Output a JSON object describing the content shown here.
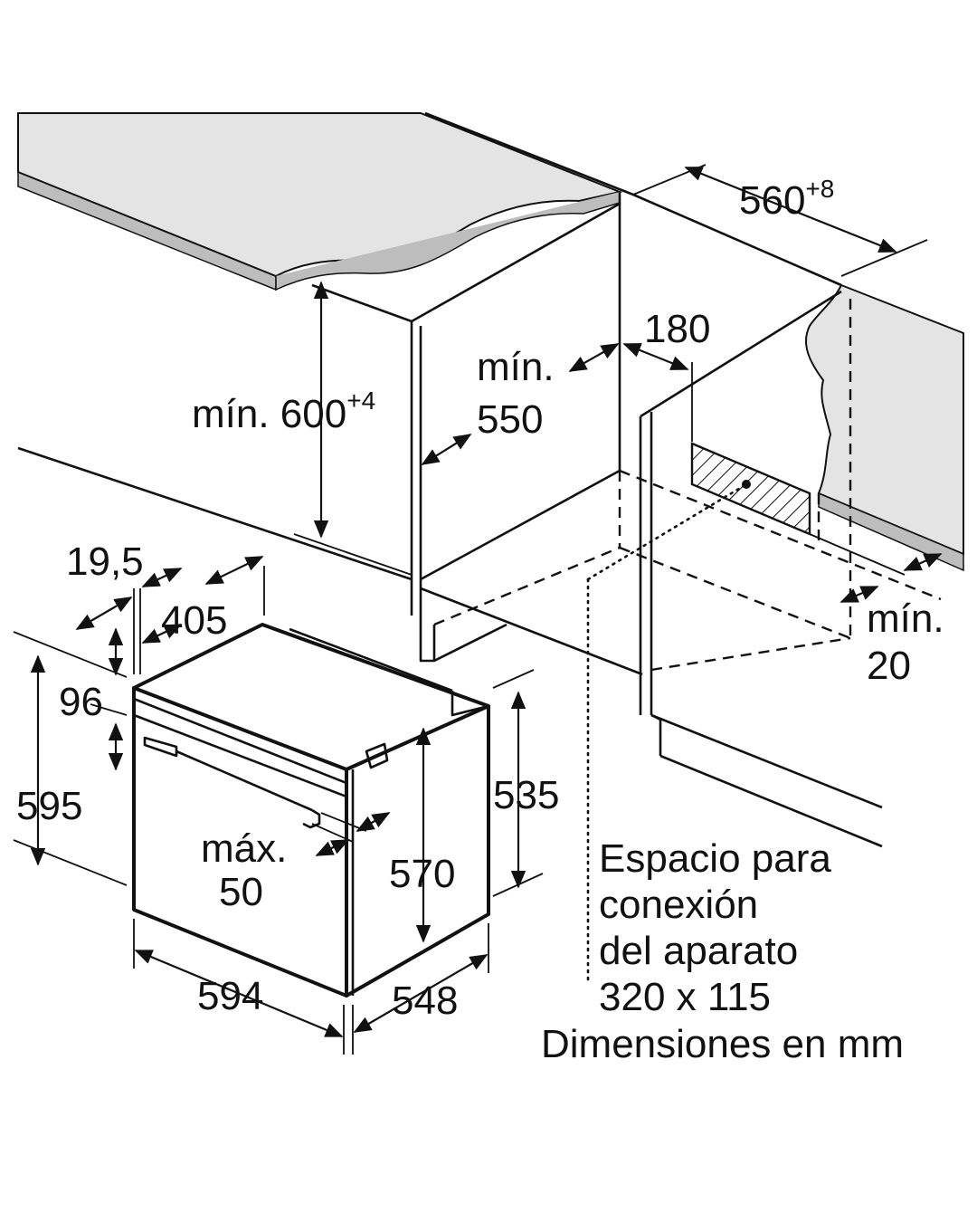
{
  "diagram": {
    "labels": {
      "width_niche": "560",
      "width_niche_tol": "+8",
      "gap_180": "180",
      "min_550_a": "mín.",
      "min_550_b": "550",
      "min_600": "mín. 600",
      "min_600_tol": "+4",
      "d_19_5": "19,5",
      "d_405": "405",
      "d_96": "96",
      "d_595": "595",
      "max_50_a": "máx.",
      "max_50_b": "50",
      "d_535": "535",
      "d_570": "570",
      "d_594": "594",
      "d_548": "548",
      "min_20_a": "mín.",
      "min_20_b": "20"
    },
    "note": {
      "line1": "Espacio para",
      "line2": "conexión",
      "line3": "del aparato",
      "line4": "320 x 115",
      "units": "Dimensiones en mm"
    },
    "colors": {
      "countertop": "#e4e4e4",
      "countertop_edge": "#bdbdbd",
      "line": "#111111"
    }
  }
}
